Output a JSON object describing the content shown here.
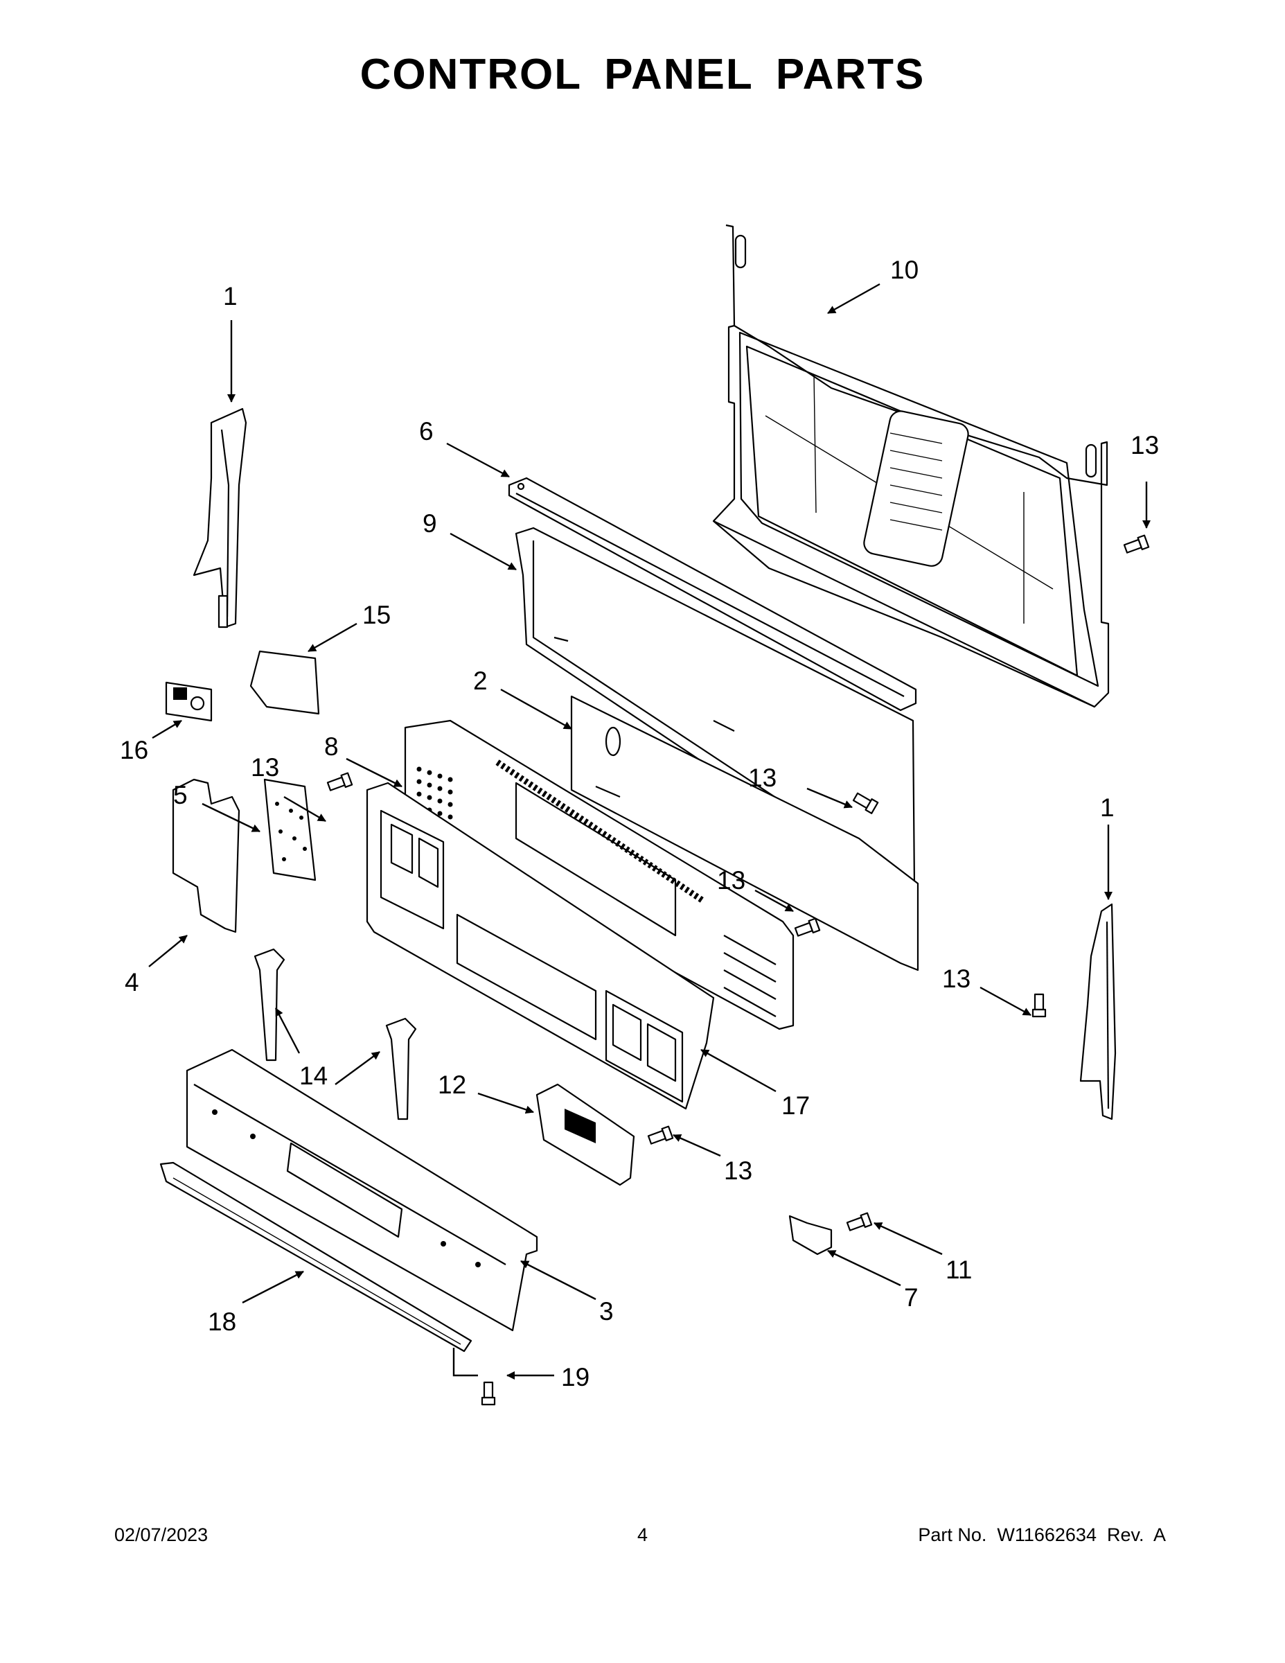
{
  "title": "CONTROL PANEL PARTS",
  "callouts": {
    "c1_left": "1",
    "c1_right": "1",
    "c2": "2",
    "c3": "3",
    "c4": "4",
    "c5": "5",
    "c6": "6",
    "c7": "7",
    "c8": "8",
    "c9": "9",
    "c10": "10",
    "c11": "11",
    "c12": "12",
    "c13_top_right": "13",
    "c13_left": "13",
    "c13_mid_upper": "13",
    "c13_mid_lower": "13",
    "c13_right": "13",
    "c13_bottom": "13",
    "c14": "14",
    "c15": "15",
    "c16": "16",
    "c17": "17",
    "c18": "18",
    "c19": "19"
  },
  "footer": {
    "date": "02/07/2023",
    "page": "4",
    "part": "Part No.  W11662634  Rev.  A"
  }
}
